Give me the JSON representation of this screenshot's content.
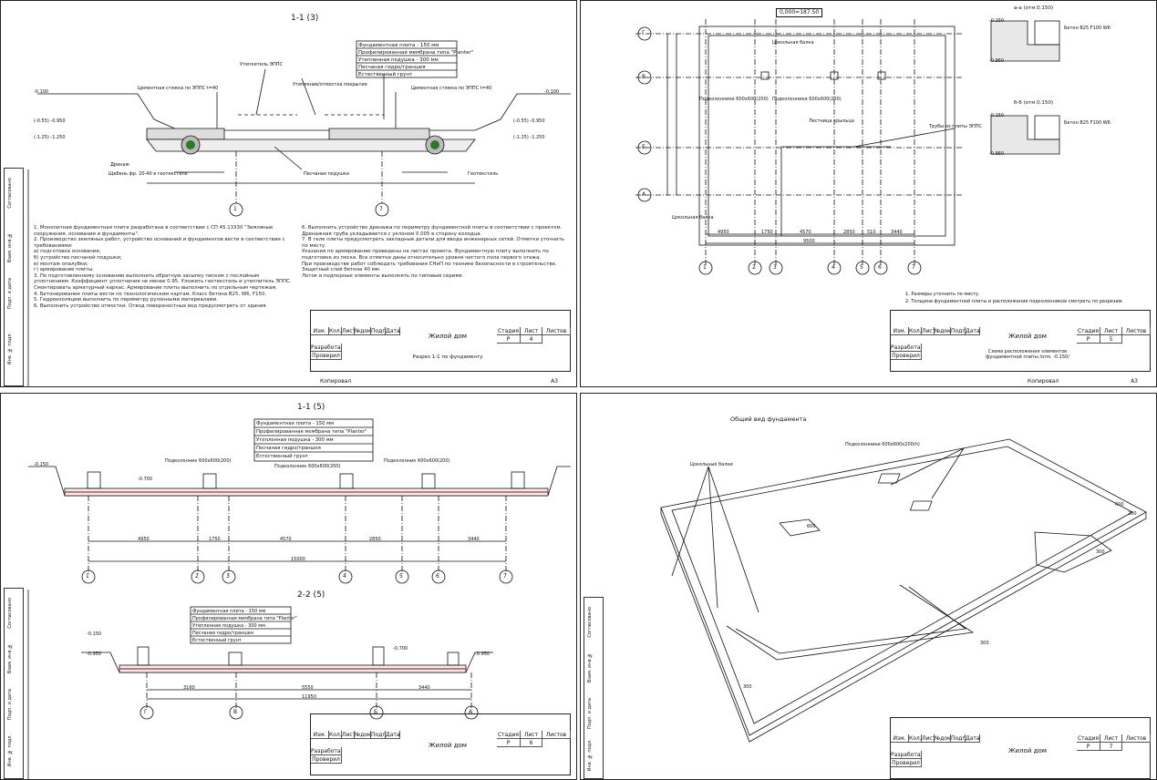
{
  "sheets": [
    {
      "section_title": "1-1 (3)",
      "pie_layers": [
        "Фундаментная плита - 150 мм",
        "Профилированная мембрана типа \"Planter\"",
        "Утепленная подушка - 300 мм",
        "Песчаная гидро/траншея",
        "Естественный грунт"
      ],
      "labels": {
        "slope_left": "Цементная стяжка по ЭППС t=40",
        "slope_right": "Цементная стяжка по ЭППС t=40",
        "drain": "Дренаж",
        "gravel": "Щебень фр. 20-40 в геотекстиле",
        "sand": "Песчаная подушка",
        "grade": "Утепление/отмостка покрытия",
        "insulation": "Утеплитель ЭППС",
        "geotex": "Геотекстиль"
      },
      "marks": [
        "-0.100",
        "-0.100",
        "(-0.55) -0.950",
        "(-1.25) -1.250",
        "(-0.55) -0.950",
        "(-1.25) -1.250"
      ],
      "axes": [
        "1",
        "7"
      ],
      "notes_left": "1. Монолитная фундаментная плита разработана в соответствии с СП 45.13330 \"Земляные сооружения, основания и фундаменты\".\n2. Производство земляных работ, устройство оснований и фундаментов вести в соответствии с требованиями:\nа) подготовка основания;\nб) устройство песчаной подушки;\nв) монтаж опалубки;\nг) армирование плиты.\n3. По подготовленному основанию выполнить обратную засыпку песком с послойным уплотнением. Коэффициент уплотнения не менее 0.95. Уложить геотекстиль и утеплитель ЭППС. Смонтировать арматурный каркас. Армирование плиты выполнить по отдельным чертежам.\n4. Бетонирование плиты вести по технологическим картам. Класс бетона В25, W6, F150.\n5. Гидроизоляцию выполнить по периметру рулонными материалами.\n6. Выполнить устройство отмостки. Отвод поверхностных вод предусмотреть от здания.",
      "notes_right": "6. Выполнить устройство дренажа по периметру фундаментной плиты в соответствии с проектом. Дренажная труба укладывается с уклоном 0.005 в сторону колодца.\n7. В теле плиты предусмотреть закладные детали для ввода инженерных сетей. Отметки уточнить по месту.\nУказания по армированию приведены на листах проекта. Фундаментную плиту выполнить по подготовке из песка. Все отметки даны относительно уровня чистого пола первого этажа.\nПри производстве работ соблюдать требования СНиП по технике безопасности в строительстве. Защитный слой бетона 40 мм.\nЛоток и подпорные элементы выполнять по типовым сериям.",
      "stamp": {
        "title": "Жилой дом",
        "sheet_name": "Разрез 1-1 по фундаменту",
        "stage": "Р",
        "sheet": "4",
        "sheets": ""
      },
      "format": "А3",
      "copied": "Копировал"
    },
    {
      "level_mark": "0,000=187.50",
      "axes_rows": [
        "Г",
        "В",
        "Б",
        "А"
      ],
      "axes_cols": [
        "1",
        "2",
        "3",
        "4",
        "5",
        "6",
        "7"
      ],
      "labels": {
        "beam": "Цокольная балка",
        "pads": "Подколонники 600х600(200)",
        "pads2": "Подколонники 600х600(200)",
        "stair": "Лестница крыльца",
        "trays": "Трубы из плиты ЭППС",
        "beam2": "Цокольная балка"
      },
      "dims_bottom": [
        "4950",
        "1750",
        "4570",
        "2850",
        "510",
        "3440"
      ],
      "dims_total": "9500",
      "sections": [
        {
          "title": "а-а (отм.0.150)",
          "marks": [
            "-0.150",
            "-0.950"
          ],
          "concrete": "Бетон В25 F100 W6"
        },
        {
          "title": "б-б (отм.0.150)",
          "marks": [
            "-0.150",
            "-0.950"
          ],
          "concrete": "Бетон В25 F100 W6"
        }
      ],
      "notes": [
        "1. Размеры уточнить по месту.",
        "2. Толщина фундаментной плиты и расположение подколонников смотреть по разрезам."
      ],
      "stamp": {
        "title": "Жилой дом",
        "sheet_name": "Схема расположения элементов фундаментной плиты /отм. -0.150/",
        "stage": "Р",
        "sheet": "5",
        "sheets": ""
      },
      "format": "А3",
      "copied": "Копировал"
    },
    {
      "section1_title": "1-1 (5)",
      "section2_title": "2-2 (5)",
      "pie_layers": [
        "Фундаментная плита - 150 мм",
        "Профилированная мембрана типа \"Planter\"",
        "Утепленная подушка - 300 мм",
        "Песчаная гидро/траншея",
        "Естественный грунт"
      ],
      "pads": "Подколонник 600х600(200)",
      "marks1": [
        "-0.150",
        "-0.700"
      ],
      "marks2": [
        "-0.150",
        "-0.950",
        "-0.700",
        "-0.950"
      ],
      "axes1": [
        "1",
        "2",
        "3",
        "4",
        "5",
        "6",
        "7"
      ],
      "axes2": [
        "Г",
        "В",
        "Б",
        "А"
      ],
      "dims1": [
        "4950",
        "1750",
        "4570",
        "2850",
        "3440"
      ],
      "total1": "15000",
      "dims2": [
        "3160",
        "5550",
        "3440"
      ],
      "total2": "11950",
      "stamp": {
        "title": "Жилой дом",
        "sheet_name": "",
        "stage": "Р",
        "sheet": "6",
        "sheets": ""
      },
      "format": "А3",
      "copied": "Копировал"
    },
    {
      "title": "Общий вид фундамента",
      "labels": {
        "pads": "Подколонники 600х600х200(h)",
        "beams": "Цокольные балки"
      },
      "dims": [
        "600",
        "600",
        "300",
        "300",
        "300",
        "200"
      ],
      "stamp": {
        "title": "Жилой дом",
        "sheet_name": "",
        "stage": "Р",
        "sheet": "7",
        "sheets": ""
      }
    }
  ],
  "stamp_headers": {
    "izm": "Изм.",
    "kol": "Кол.уч",
    "list": "Лист",
    "doc": "№док.",
    "sign": "Подп.",
    "date": "Дата",
    "stage": "Стадия",
    "sheet": "Лист",
    "sheets": "Листов",
    "dev": "Разработал",
    "check": "Проверил"
  },
  "strip_labels": [
    "Согласовано",
    "Взам. инв.№",
    "Подп. и дата",
    "Инв. № подл."
  ]
}
